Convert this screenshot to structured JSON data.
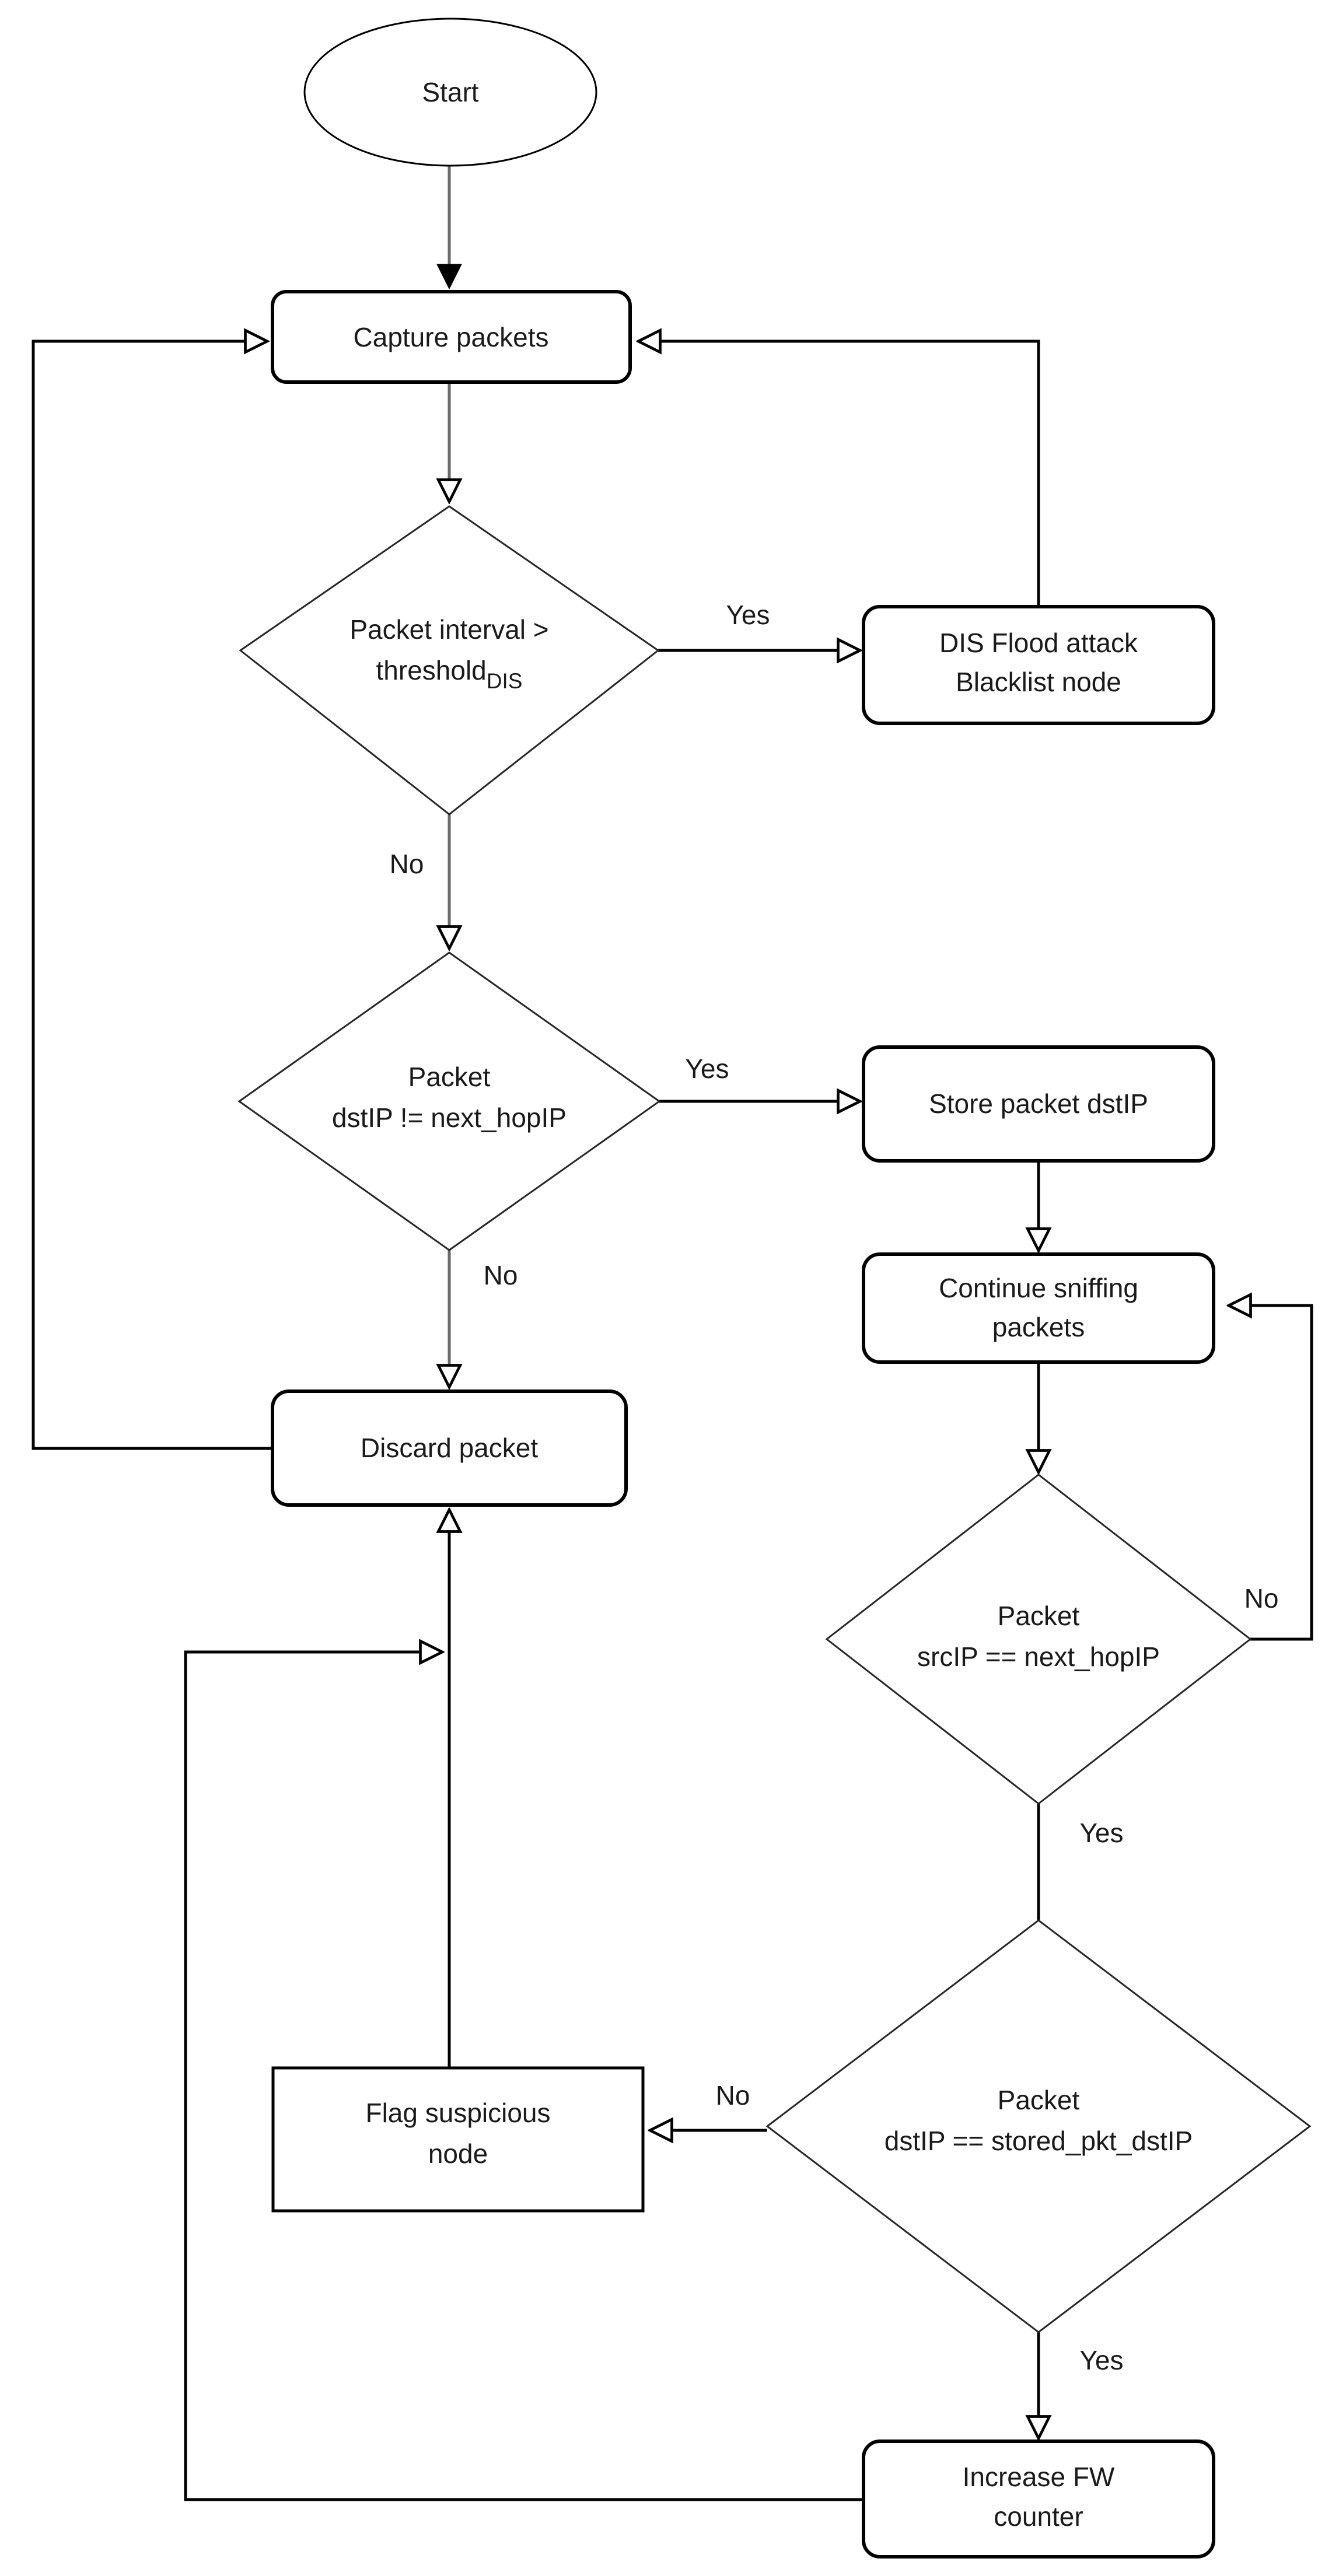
{
  "nodes": {
    "start": {
      "label": "Start"
    },
    "capture": {
      "label": "Capture packets"
    },
    "d1": {
      "line1": "Packet interval >",
      "line2_main": "threshold",
      "line2_sub": "DIS"
    },
    "dis_flood": {
      "line1": "DIS Flood attack",
      "line2": "Blacklist node"
    },
    "d2": {
      "line1": "Packet",
      "line2": "dstIP != next_hopIP"
    },
    "store": {
      "label": "Store packet dstIP"
    },
    "continue_sniff": {
      "line1": "Continue sniffing",
      "line2": "packets"
    },
    "discard": {
      "label": "Discard packet"
    },
    "d3": {
      "line1": "Packet",
      "line2": "srcIP == next_hopIP"
    },
    "d4": {
      "line1": "Packet",
      "line2": "dstIP == stored_pkt_dstIP"
    },
    "flag": {
      "line1": "Flag suspicious",
      "line2": "node"
    },
    "increase": {
      "line1": "Increase FW",
      "line2": "counter"
    }
  },
  "edge_labels": {
    "d1_yes": "Yes",
    "d1_no": "No",
    "d2_yes": "Yes",
    "d2_no": "No",
    "d3_no": "No",
    "d3_yes": "Yes",
    "d4_no": "No",
    "d4_yes": "Yes"
  },
  "colors": {
    "stroke": "#000000",
    "spine_gray": "#6a6a6a",
    "text": "#1a1a1a",
    "background": "#ffffff"
  }
}
